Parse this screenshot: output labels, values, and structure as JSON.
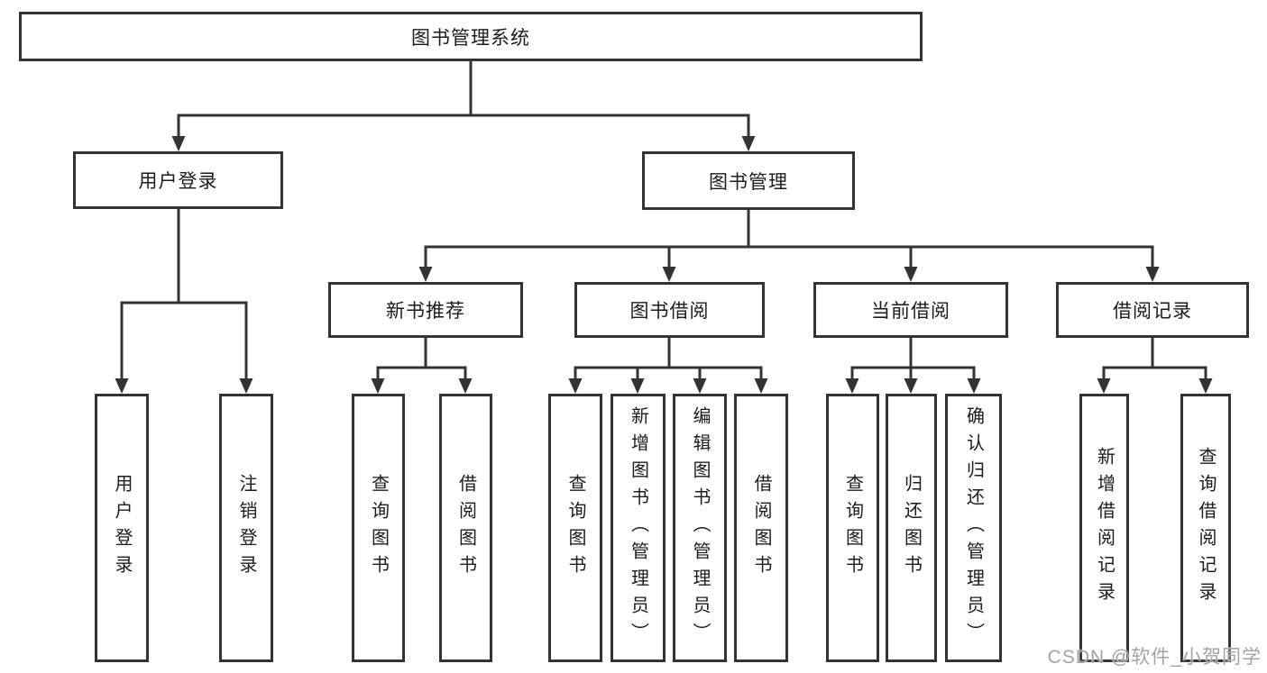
{
  "diagram": {
    "title": "图书管理系统",
    "root": {
      "label": "图书管理系统"
    },
    "level2": [
      {
        "label": "用户登录",
        "parent": "图书管理系统"
      },
      {
        "label": "图书管理",
        "parent": "图书管理系统"
      }
    ],
    "level3": [
      {
        "label": "新书推荐",
        "parent": "图书管理"
      },
      {
        "label": "图书借阅",
        "parent": "图书管理"
      },
      {
        "label": "当前借阅",
        "parent": "图书管理"
      },
      {
        "label": "借阅记录",
        "parent": "图书管理"
      }
    ],
    "leaves": [
      {
        "label": "用户登录",
        "parent": "用户登录"
      },
      {
        "label": "注销登录",
        "parent": "用户登录"
      },
      {
        "label": "查询图书",
        "parent": "新书推荐"
      },
      {
        "label": "借阅图书",
        "parent": "新书推荐"
      },
      {
        "label": "查询图书",
        "parent": "图书借阅"
      },
      {
        "label": "新增图书（管理员）",
        "parent": "图书借阅"
      },
      {
        "label": "编辑图书（管理员）",
        "parent": "图书借阅"
      },
      {
        "label": "借阅图书",
        "parent": "图书借阅"
      },
      {
        "label": "查询图书",
        "parent": "当前借阅"
      },
      {
        "label": "归还图书",
        "parent": "当前借阅"
      },
      {
        "label": "确认归还（管理员）",
        "parent": "当前借阅"
      },
      {
        "label": "新增借阅记录",
        "parent": "借阅记录"
      },
      {
        "label": "查询借阅记录",
        "parent": "借阅记录"
      }
    ]
  },
  "watermark": {
    "text": "CSDN @软件_小贺同学"
  },
  "colors": {
    "line": "#333333",
    "border": "#333333",
    "text": "#1b1b1b",
    "watermark": "#a3a3a3",
    "background": "#ffffff"
  }
}
